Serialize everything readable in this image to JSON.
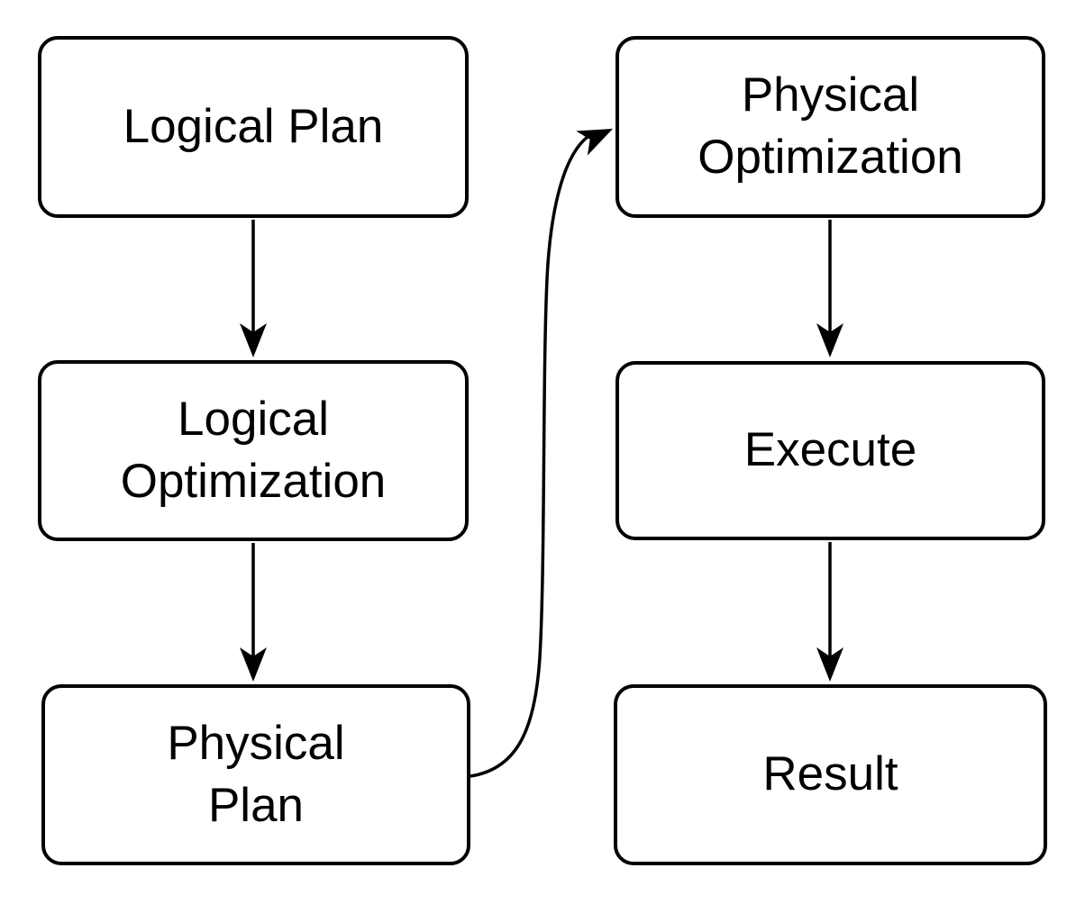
{
  "diagram": {
    "type": "flowchart",
    "colors": {
      "background": "#ffffff",
      "node_fill": "#ffffff",
      "stroke": "#000000",
      "text": "#000000"
    },
    "nodes": [
      {
        "id": "logical-plan",
        "lines": [
          "Logical Plan"
        ]
      },
      {
        "id": "logical-optimization",
        "lines": [
          "Logical",
          "Optimization"
        ]
      },
      {
        "id": "physical-plan",
        "lines": [
          "Physical",
          "Plan"
        ]
      },
      {
        "id": "physical-optimization",
        "lines": [
          "Physical",
          "Optimization"
        ]
      },
      {
        "id": "execute",
        "lines": [
          "Execute"
        ]
      },
      {
        "id": "result",
        "lines": [
          "Result"
        ]
      }
    ],
    "edges": [
      {
        "from": "logical-plan",
        "to": "logical-optimization",
        "style": "straight-down"
      },
      {
        "from": "logical-optimization",
        "to": "physical-plan",
        "style": "straight-down"
      },
      {
        "from": "physical-plan",
        "to": "physical-optimization",
        "style": "curved-up-right"
      },
      {
        "from": "physical-optimization",
        "to": "execute",
        "style": "straight-down"
      },
      {
        "from": "execute",
        "to": "result",
        "style": "straight-down"
      }
    ]
  }
}
